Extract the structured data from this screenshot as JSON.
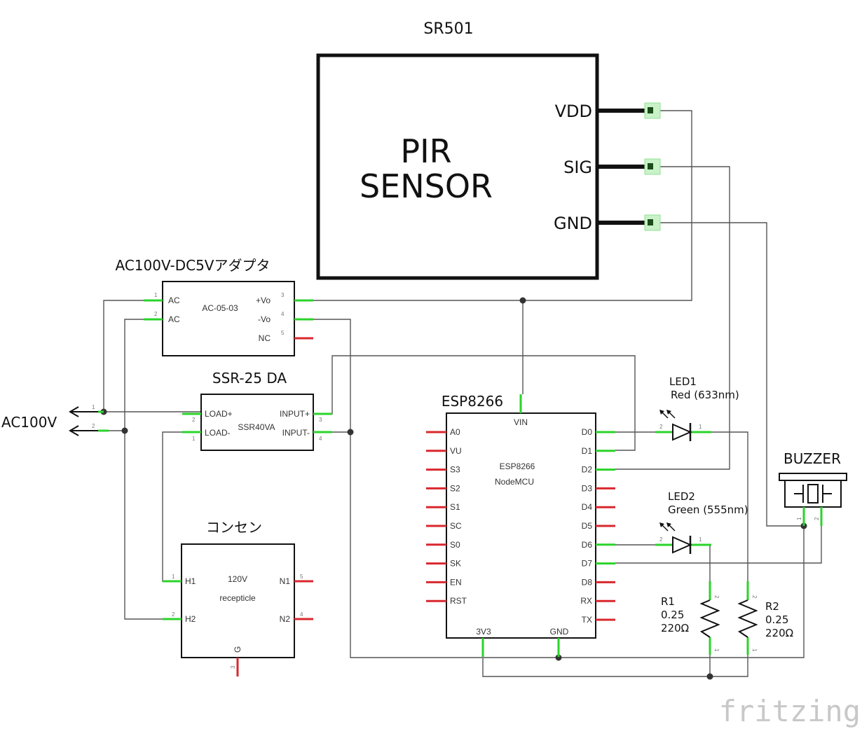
{
  "sensor": {
    "title": "SR501",
    "body_line1": "PIR",
    "body_line2": "SENSOR",
    "pins": [
      "VDD",
      "SIG",
      "GND"
    ]
  },
  "adapter": {
    "title": "AC100V-DC5Vアダプタ",
    "part": "AC-05-03",
    "left_pins": [
      {
        "num": "1",
        "label": "AC"
      },
      {
        "num": "2",
        "label": "AC"
      }
    ],
    "right_pins": [
      {
        "num": "3",
        "label": "+Vo"
      },
      {
        "num": "4",
        "label": "-Vo"
      },
      {
        "num": "5",
        "label": "NC"
      }
    ]
  },
  "ssr": {
    "title": "SSR-25 DA",
    "part": "SSR40VA",
    "left_pins": [
      {
        "num": "2",
        "label": "LOAD+"
      },
      {
        "num": "1",
        "label": "LOAD-"
      }
    ],
    "right_pins": [
      {
        "num": "3",
        "label": "INPUT+"
      },
      {
        "num": "4",
        "label": "INPUT-"
      }
    ]
  },
  "ac_in": {
    "label": "AC100V",
    "pins": [
      "1",
      "2"
    ]
  },
  "outlet": {
    "title": "コンセン",
    "line1": "120V",
    "line2": "recepticle",
    "left_pins": [
      {
        "num": "1",
        "label": "H1"
      },
      {
        "num": "2",
        "label": "H2"
      }
    ],
    "right_pins": [
      {
        "num": "5",
        "label": "N1"
      },
      {
        "num": "4",
        "label": "N2"
      }
    ],
    "bottom_pin": {
      "num": "3",
      "label": "G"
    }
  },
  "esp": {
    "title": "ESP8266",
    "line1": "ESP8266",
    "line2": "NodeMCU",
    "left_pins": [
      "A0",
      "VU",
      "S3",
      "S2",
      "S1",
      "SC",
      "S0",
      "SK",
      "EN",
      "RST"
    ],
    "right_pins": [
      "D0",
      "D1",
      "D2",
      "D3",
      "D4",
      "D5",
      "D6",
      "D7",
      "D8",
      "RX",
      "TX"
    ],
    "top_pin": "VIN",
    "bottom_pins": [
      "3V3",
      "GND"
    ]
  },
  "led1": {
    "name": "LED1",
    "desc": "Red (633nm)",
    "pins": [
      "2",
      "1"
    ]
  },
  "led2": {
    "name": "LED2",
    "desc": "Green (555nm)",
    "pins": [
      "2",
      "1"
    ]
  },
  "buzzer": {
    "title": "BUZZER",
    "pins": [
      "1",
      "2"
    ]
  },
  "r1": {
    "name": "R1",
    "power": "0.25",
    "value": "220Ω",
    "pins": [
      "2",
      "1"
    ]
  },
  "r2": {
    "name": "R2",
    "power": "0.25",
    "value": "220Ω",
    "pins": [
      "2",
      "1"
    ]
  },
  "logo": "fritzing"
}
